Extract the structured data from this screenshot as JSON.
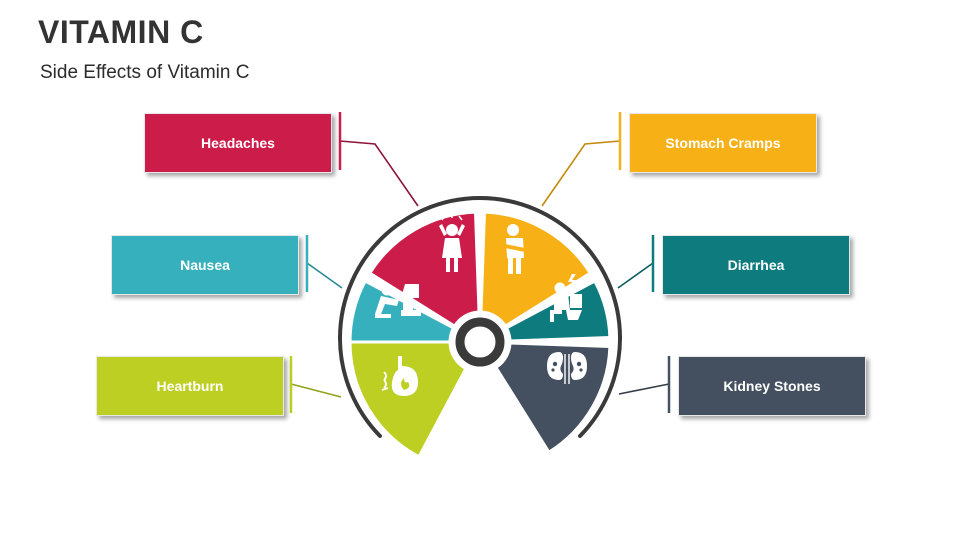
{
  "title": "VITAMIN C",
  "subtitle": "Side Effects of Vitamin C",
  "items": [
    {
      "label": "Headaches",
      "color": "#cc1c4a",
      "icon": "headache-icon"
    },
    {
      "label": "Stomach Cramps",
      "color": "#f7b116",
      "icon": "stomach-cramp-icon"
    },
    {
      "label": "Nausea",
      "color": "#37b0bd",
      "icon": "nausea-icon"
    },
    {
      "label": "Diarrhea",
      "color": "#0e7b7f",
      "icon": "diarrhea-icon"
    },
    {
      "label": "Heartburn",
      "color": "#bccf22",
      "icon": "heartburn-icon"
    },
    {
      "label": "Kidney Stones",
      "color": "#44505f",
      "icon": "kidney-icon"
    }
  ]
}
